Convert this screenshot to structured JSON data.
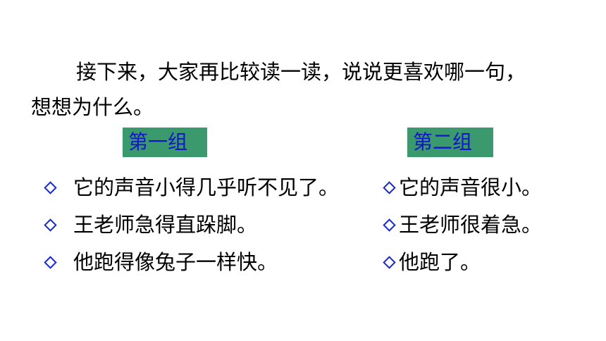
{
  "instruction": {
    "line1": "接下来，大家再比较读一读，说说更喜欢哪一句，",
    "line2": "想想为什么。"
  },
  "groups": [
    {
      "label": "第一组",
      "sentences": [
        "它的声音小得几乎听不见了。",
        "王老师急得直跺脚。",
        "他跑得像兔子一样快。"
      ]
    },
    {
      "label": "第二组",
      "sentences": [
        "它的声音很小。",
        "王老师很着急。",
        "他跑了。"
      ]
    }
  ],
  "colors": {
    "label_background": "#3a9a6e",
    "label_text": "#1414c8",
    "bullet": "#1a2ad0"
  },
  "icons": {
    "bullet": "diamond-outline-icon"
  }
}
